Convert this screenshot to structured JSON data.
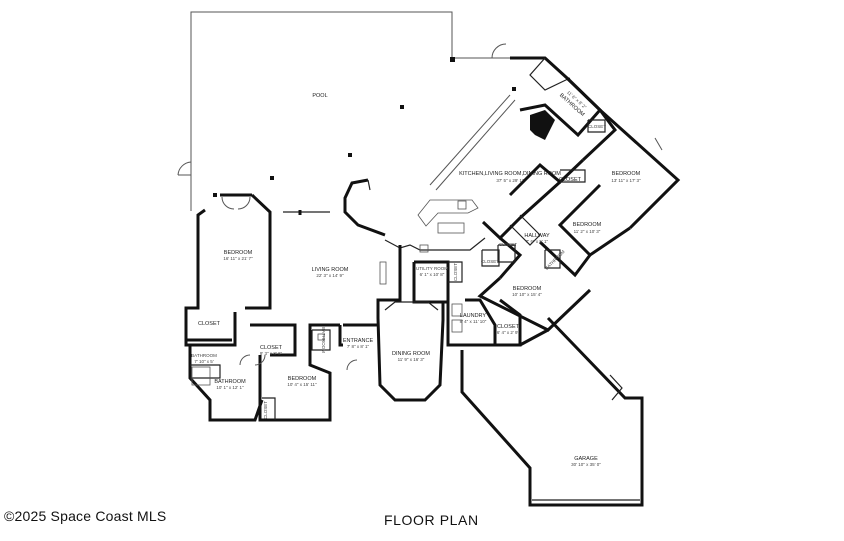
{
  "copyright": "©2025 Space Coast MLS",
  "plan_title": "FLOOR PLAN",
  "rooms": {
    "pool": {
      "name": "POOL",
      "dims": ""
    },
    "kitchen_living_dining": {
      "name": "KITCHEN,LIVING ROOM,DINING ROOM",
      "dims": "37' 5\" x 29' 1\""
    },
    "bathroom_top": {
      "name": "BATHROOM",
      "dims": "11' 6\" x 8' 2\""
    },
    "bedroom_ne": {
      "name": "BEDROOM",
      "dims": "13' 11\" x 17' 3\""
    },
    "closet_ne": {
      "name": "CLOSET",
      "dims": ""
    },
    "closet_mid": {
      "name": "CLOSET",
      "dims": ""
    },
    "bedroom_mid": {
      "name": "BEDROOM",
      "dims": "11' 2\" x 10' 3\""
    },
    "hallway": {
      "name": "HALLWAY",
      "dims": "7' 6\" x 5' 1\""
    },
    "closet_hall": {
      "name": "CLOSET",
      "dims": ""
    },
    "bathroom_hall": {
      "name": "BATHROOM",
      "dims": ""
    },
    "closet_small": {
      "name": "CLOSET",
      "dims": ""
    },
    "bedroom_east": {
      "name": "BEDROOM",
      "dims": "10' 10\" x 15' 4\""
    },
    "utility": {
      "name": "UTILITY ROOM",
      "dims": "6' 1\" x 10' 8\""
    },
    "closet_utility": {
      "name": "CLOSET",
      "dims": ""
    },
    "laundry": {
      "name": "LAUNDRY",
      "dims": "8' 4\" x 11' 10\""
    },
    "closet_laundry": {
      "name": "CLOSET",
      "dims": "6' 4\" x 2' 9\""
    },
    "bedroom_west": {
      "name": "BEDROOM",
      "dims": "16' 11\" x 21' 7\""
    },
    "living": {
      "name": "LIVING ROOM",
      "dims": "22' 3\" x 14' 9\""
    },
    "entrance": {
      "name": "ENTRANCE",
      "dims": "7' 8\" x 8' 1\""
    },
    "dining": {
      "name": "DINING ROOM",
      "dims": "11' 9\" x 16' 3\""
    },
    "closet_west": {
      "name": "CLOSET",
      "dims": ""
    },
    "closet_sw": {
      "name": "CLOSET",
      "dims": "9' 3\" x 8' 6\""
    },
    "bathroom_small": {
      "name": "BATHROOM",
      "dims": "7' 10\" x 5'"
    },
    "bathroom_sw": {
      "name": "BATHROOM",
      "dims": "10' 1\" x 12' 1\""
    },
    "bedroom_sw": {
      "name": "BEDROOM",
      "dims": "10' 4\" x 15' 11\""
    },
    "bathroom_tiny": {
      "name": "BATHROOM",
      "dims": ""
    },
    "closet_tiny": {
      "name": "CLOSET",
      "dims": ""
    },
    "garage": {
      "name": "GARAGE",
      "dims": "30' 10\" x 35' 0\""
    }
  }
}
